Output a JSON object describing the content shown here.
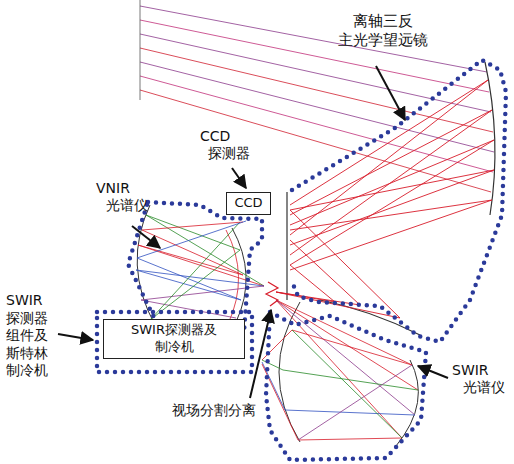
{
  "diagram": {
    "nodes": [
      {
        "text": [
          "CCD"
        ]
      },
      {
        "text": [
          "SWIR探测器及 制冷机"
        ]
      }
    ],
    "labels": [
      "离轴三反 主光学望远镜",
      "CCD 探测器",
      "VNIR 光谱仪",
      "SWIR 探测器 组件及 斯特林 制冷机",
      "视场分割分离",
      "SWIR 光谱仪"
    ]
  }
}
